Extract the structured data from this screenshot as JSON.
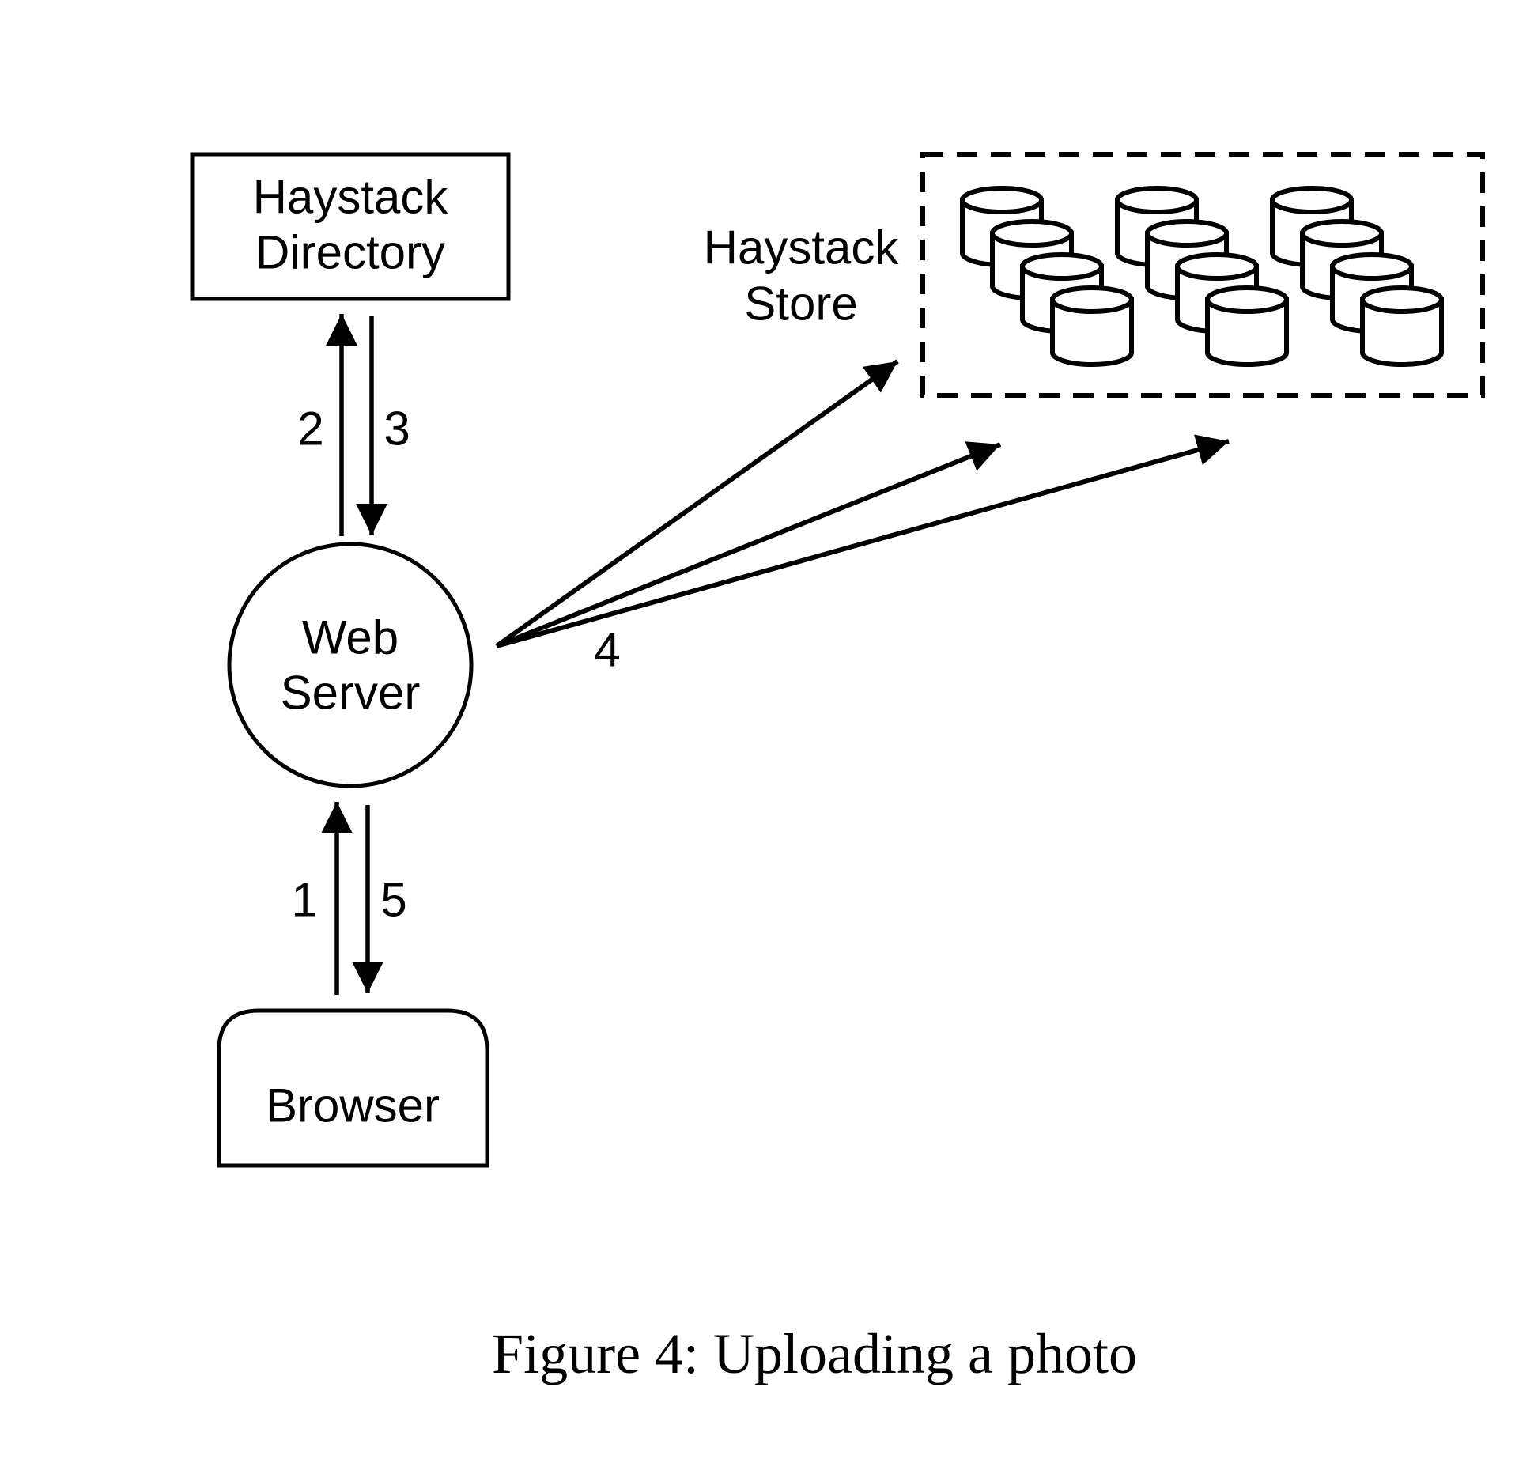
{
  "diagram": {
    "nodes": {
      "haystack_directory": {
        "label_line1": "Haystack",
        "label_line2": "Directory"
      },
      "haystack_store": {
        "label_line1": "Haystack",
        "label_line2": "Store"
      },
      "web_server": {
        "label_line1": "Web",
        "label_line2": "Server"
      },
      "browser": {
        "label": "Browser"
      }
    },
    "edges": {
      "browser_to_web_server": {
        "label": "1"
      },
      "web_server_to_directory": {
        "label": "2"
      },
      "directory_to_web_server": {
        "label": "3"
      },
      "web_server_to_store": {
        "label": "4"
      },
      "web_server_to_browser": {
        "label": "5"
      }
    },
    "store": {
      "cylinder_groups": 3,
      "cylinders_per_group": 4
    },
    "colors": {
      "line": "#000000",
      "background": "#ffffff"
    }
  },
  "caption": "Figure 4: Uploading a photo"
}
